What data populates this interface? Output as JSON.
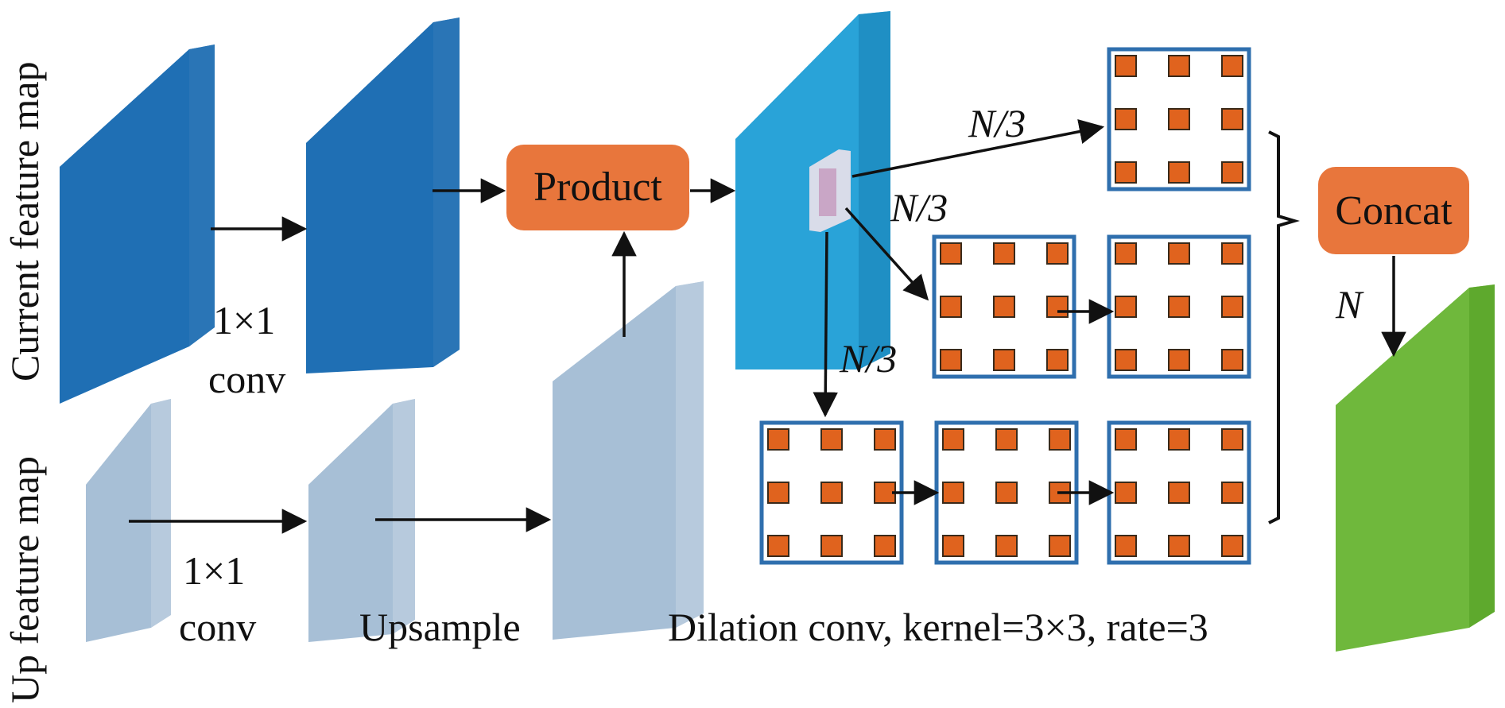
{
  "labels": {
    "current_feature_map": "Current feature map",
    "up_feature_map": "Up feature map",
    "conv1_top_line1": "1×1",
    "conv1_top_line2": "conv",
    "conv1_bottom_line1": "1×1",
    "conv1_bottom_line2": "conv",
    "upsample": "Upsample",
    "product": "Product",
    "concat": "Concat",
    "n_third_1": "N/3",
    "n_third_2": "N/3",
    "n_third_3": "N/3",
    "n_total": "N",
    "dilation": "Dilation conv, kernel=3×3, rate=3"
  },
  "colors": {
    "dark_blue": "#1f6fb4",
    "light_blue": "#29a3d8",
    "grey_blue": "#a7bfd6",
    "green": "#6fb83c",
    "orange": "#e8763c",
    "kernel_dot": "#e0631e"
  }
}
